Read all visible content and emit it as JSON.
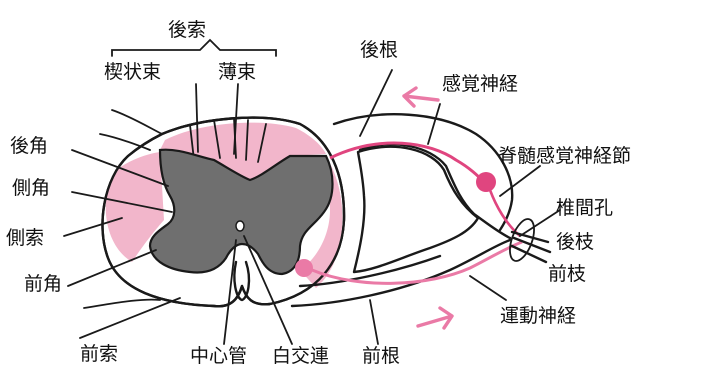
{
  "colors": {
    "pink_light": "#f8dbe6",
    "pink_mid": "#f2b6cb",
    "grey_matter": "#6f6f6f",
    "magenta": "#e0457f",
    "arrow_pink": "#ea7aa6",
    "outline": "#1a1a1a"
  },
  "labels": {
    "posterior_funiculus": "後索",
    "cuneate_fasciculus": "楔状束",
    "gracile_fasciculus": "薄束",
    "posterior_horn": "後角",
    "lateral_horn": "側角",
    "lateral_funiculus": "側索",
    "anterior_horn": "前角",
    "anterior_funiculus": "前索",
    "central_canal": "中心管",
    "white_commissure": "白交連",
    "anterior_root": "前根",
    "posterior_root": "後根",
    "sensory_nerve": "感覚神経",
    "spinal_ganglion": "脊髄感覚神経節",
    "intervertebral_foramen": "椎間孔",
    "posterior_branch": "後枝",
    "anterior_branch": "前枝",
    "motor_nerve": "運動神経"
  }
}
